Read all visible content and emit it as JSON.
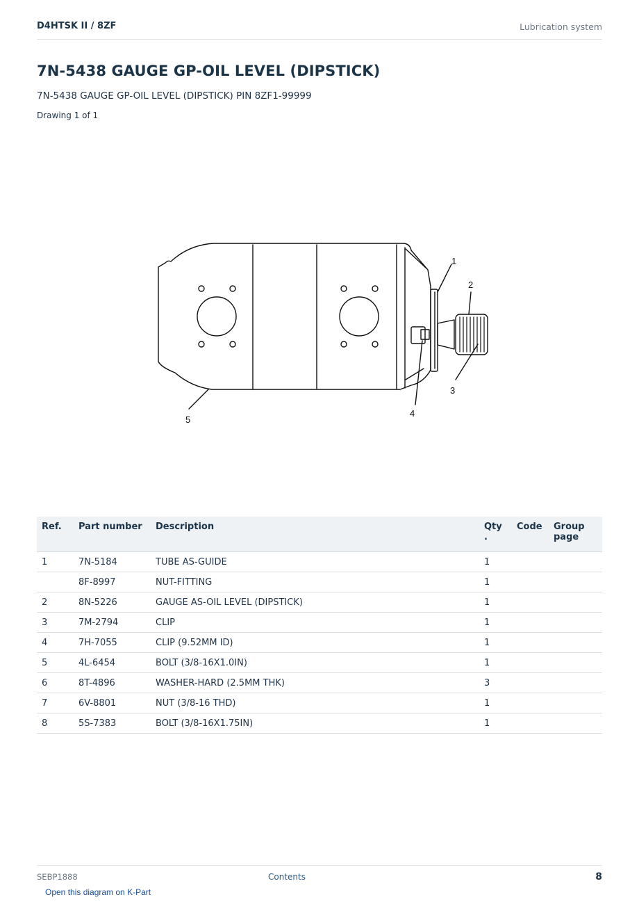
{
  "header": {
    "model": "D4HTSK II  /  8ZF",
    "section": "Lubrication system"
  },
  "page": {
    "title": "7N-5438 GAUGE GP-OIL LEVEL (DIPSTICK)",
    "subtitle": "7N-5438 GAUGE GP-OIL LEVEL (DIPSTICK) PIN 8ZF1-99999",
    "drawing_count": "Drawing 1 of 1"
  },
  "diagram": {
    "callouts": [
      "1",
      "2",
      "3",
      "4",
      "5"
    ]
  },
  "table": {
    "headers": {
      "ref": "Ref.",
      "part": "Part number",
      "desc": "Description",
      "qty_line1": "Qty",
      "qty_line2": ".",
      "code": "Code",
      "group_line1": "Group",
      "group_line2": "page"
    },
    "rows": [
      {
        "ref": "1",
        "part": "7N-5184",
        "desc": "TUBE AS-GUIDE",
        "qty": "1",
        "code": "",
        "group": ""
      },
      {
        "ref": "",
        "part": "8F-8997",
        "desc": "NUT-FITTING",
        "qty": "1",
        "code": "",
        "group": ""
      },
      {
        "ref": "2",
        "part": "8N-5226",
        "desc": "GAUGE AS-OIL LEVEL (DIPSTICK)",
        "qty": "1",
        "code": "",
        "group": ""
      },
      {
        "ref": "3",
        "part": "7M-2794",
        "desc": "CLIP",
        "qty": "1",
        "code": "",
        "group": ""
      },
      {
        "ref": "4",
        "part": "7H-7055",
        "desc": "CLIP (9.52MM ID)",
        "qty": "1",
        "code": "",
        "group": ""
      },
      {
        "ref": "5",
        "part": "4L-6454",
        "desc": "BOLT (3/8-16X1.0IN)",
        "qty": "1",
        "code": "",
        "group": ""
      },
      {
        "ref": "6",
        "part": "8T-4896",
        "desc": "WASHER-HARD (2.5MM THK)",
        "qty": "3",
        "code": "",
        "group": ""
      },
      {
        "ref": "7",
        "part": "6V-8801",
        "desc": "NUT (3/8-16 THD)",
        "qty": "1",
        "code": "",
        "group": ""
      },
      {
        "ref": "8",
        "part": "5S-7383",
        "desc": "BOLT (3/8-16X1.75IN)",
        "qty": "1",
        "code": "",
        "group": ""
      }
    ]
  },
  "footer": {
    "doc_id": "SEBP1888",
    "contents_link": "Contents",
    "page_number": "8",
    "kpart_link": "Open this diagram on K-Part"
  }
}
